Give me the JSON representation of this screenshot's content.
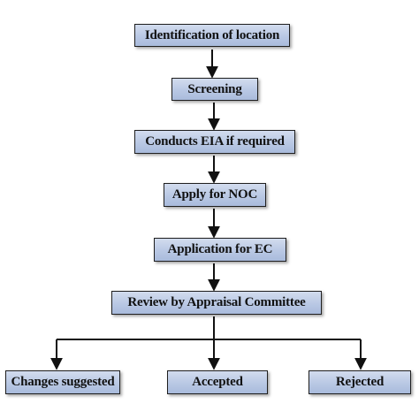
{
  "flowchart": {
    "steps": [
      "Identification of location",
      "Screening",
      "Conducts EIA if required",
      "Apply for NOC",
      "Application for EC",
      "Review by Appraisal Committee"
    ],
    "outcomes": [
      "Changes suggested",
      "Accepted",
      "Rejected"
    ]
  },
  "colors": {
    "box_fill": "#b9c8e4",
    "box_border": "#1f1f1f",
    "arrow": "#111111"
  }
}
